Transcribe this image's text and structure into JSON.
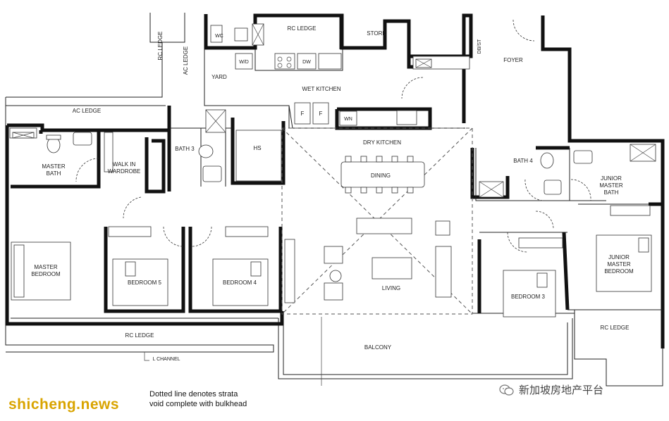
{
  "rooms": {
    "rc_ledge_top": "RC LEDGE",
    "store": "STORE",
    "wc": "WC",
    "rc_ledge_left": "RC LEDGE",
    "ac_ledge_vertical": "AC LEDGE",
    "wd": "W/D",
    "dw": "DW",
    "dbst": "DB/ST",
    "foyer": "FOYER",
    "yard": "YARD",
    "wet_kitchen": "WET KITCHEN",
    "ac_ledge": "AC LEDGE",
    "f1": "F",
    "f2": "F",
    "wn": "WN",
    "dry_kitchen": "DRY KITCHEN",
    "master_bath_1": "MASTER",
    "master_bath_2": "BATH",
    "walkin_1": "WALK IN",
    "walkin_2": "WARDROBE",
    "bath3": "BATH 3",
    "hs": "HS",
    "dining": "DINING",
    "bath4": "BATH 4",
    "junior_bath_1": "JUNIOR",
    "junior_bath_2": "MASTER",
    "junior_bath_3": "BATH",
    "master_bedroom_1": "MASTER",
    "master_bedroom_2": "BEDROOM",
    "bedroom5": "BEDROOM 5",
    "bedroom4": "BEDROOM 4",
    "living": "LIVING",
    "bedroom3": "BEDROOM 3",
    "junior_bedroom_1": "JUNIOR",
    "junior_bedroom_2": "MASTER",
    "junior_bedroom_3": "BEDROOM",
    "rc_ledge_bottom": "RC LEDGE",
    "rc_ledge_right": "RC LEDGE",
    "balcony": "BALCONY",
    "l_channel": "L CHANNEL"
  },
  "note": {
    "line1": "Dotted line denotes strata",
    "line2": "void complete with bulkhead"
  },
  "watermark": {
    "left": "shicheng.news",
    "right": "新加坡房地产平台"
  }
}
